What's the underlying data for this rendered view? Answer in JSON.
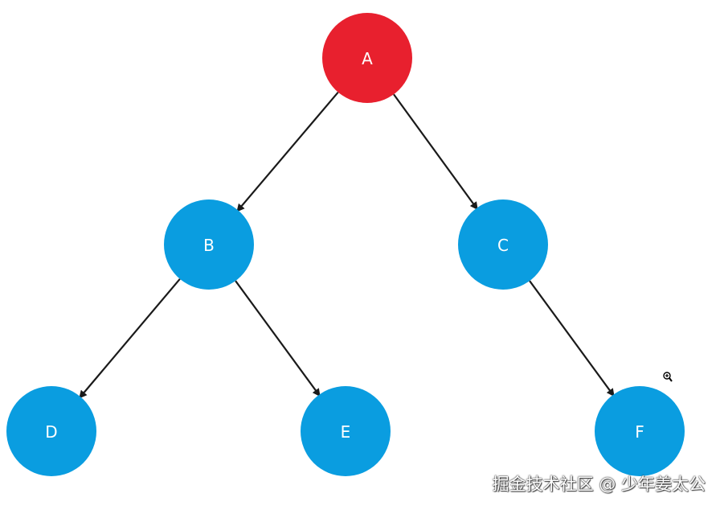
{
  "diagram": {
    "nodes": [
      {
        "id": "A",
        "label": "A",
        "color": "#e8202e"
      },
      {
        "id": "B",
        "label": "B",
        "color": "#0a9de0"
      },
      {
        "id": "C",
        "label": "C",
        "color": "#0a9de0"
      },
      {
        "id": "D",
        "label": "D",
        "color": "#0a9de0"
      },
      {
        "id": "E",
        "label": "E",
        "color": "#0a9de0"
      },
      {
        "id": "F",
        "label": "F",
        "color": "#0a9de0"
      }
    ],
    "edges": [
      {
        "from": "A",
        "to": "B"
      },
      {
        "from": "A",
        "to": "C"
      },
      {
        "from": "B",
        "to": "D"
      },
      {
        "from": "B",
        "to": "E"
      },
      {
        "from": "C",
        "to": "F"
      }
    ],
    "edge_color": "#1a1a1a"
  },
  "watermark": {
    "text": "掘金技术社区 @ 少年姜太公"
  },
  "cursor": {
    "icon": "zoom-in-icon"
  }
}
